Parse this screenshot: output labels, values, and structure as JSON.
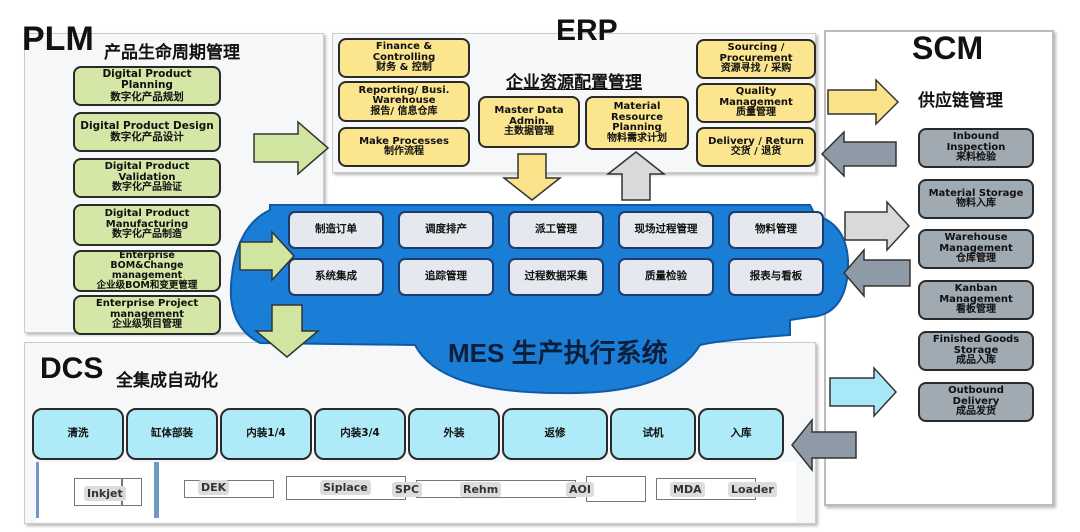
{
  "colors": {
    "plm_box": "#d4e7a6",
    "erp_box": "#fbe58f",
    "scm_box": "#a0aab3",
    "mes_cloud": "#1a7ed6",
    "mes_box": "#e6e8ef",
    "dcs_box": "#aeeaf7",
    "arrow_green": "#cfe5a0",
    "arrow_yellow": "#f9e28a",
    "arrow_gray_light": "#d9d9d9",
    "arrow_gray_dark": "#8e9aa5",
    "arrow_cyan": "#a8e8f8"
  },
  "plm": {
    "title": "PLM",
    "subtitle": "产品生命周期管理",
    "items": [
      {
        "en": "Digital Product Planning",
        "cn": "数字化产品规划"
      },
      {
        "en": "Digital Product Design",
        "cn": "数字化产品设计"
      },
      {
        "en": "Digital Product Validation",
        "cn": "数字化产品验证"
      },
      {
        "en": "Digital Product Manufacturing",
        "cn": "数字化产品制造"
      },
      {
        "en": "Enterprise BOM&Change management",
        "cn": "企业级BOM和变更管理"
      },
      {
        "en": "Enterprise Project management",
        "cn": "企业级项目管理"
      }
    ]
  },
  "erp": {
    "title": "ERP",
    "subtitle": "企业资源配置管理",
    "left_items": [
      {
        "en": "Finance & Controlling",
        "cn": "财务 & 控制"
      },
      {
        "en": "Reporting/ Busi. Warehouse",
        "cn": "报告/ 信息仓库"
      },
      {
        "en": "Make Processes",
        "cn": "制作流程"
      }
    ],
    "center_items": [
      {
        "en": "Master Data Admin.",
        "cn": "主数据管理"
      },
      {
        "en": "Material Resource Planning",
        "cn": "物料需求计划"
      }
    ],
    "right_items": [
      {
        "en": "Sourcing / Procurement",
        "cn": "资源寻找 / 采购"
      },
      {
        "en": "Quality Management",
        "cn": "质量管理"
      },
      {
        "en": "Delivery / Return",
        "cn": "交货 / 退货"
      }
    ]
  },
  "scm": {
    "title": "SCM",
    "subtitle": "供应链管理",
    "items": [
      {
        "en": "Inbound Inspection",
        "cn": "来料检验"
      },
      {
        "en": "Material Storage",
        "cn": "物料入库"
      },
      {
        "en": "Warehouse Management",
        "cn": "仓库管理"
      },
      {
        "en": "Kanban Management",
        "cn": "看板管理"
      },
      {
        "en": "Finished Goods Storage",
        "cn": "成品入库"
      },
      {
        "en": "Outbound Delivery",
        "cn": "成品发货"
      }
    ]
  },
  "mes": {
    "title": "MES 生产执行系统",
    "row1": [
      "制造订单",
      "调度排产",
      "派工管理",
      "现场过程管理",
      "物料管理"
    ],
    "row2": [
      "系统集成",
      "追踪管理",
      "过程数据采集",
      "质量检验",
      "报表与看板"
    ]
  },
  "dcs": {
    "title": "DCS",
    "subtitle": "全集成自动化",
    "stages": [
      "清洗",
      "缸体部装",
      "内装1/4",
      "内装3/4",
      "外装",
      "返修",
      "试机",
      "入库"
    ],
    "equipment_labels": [
      "Inkjet",
      "DEK",
      "Siplace",
      "SPC",
      "Rehm",
      "AOI",
      "MDA",
      "Loader"
    ]
  }
}
